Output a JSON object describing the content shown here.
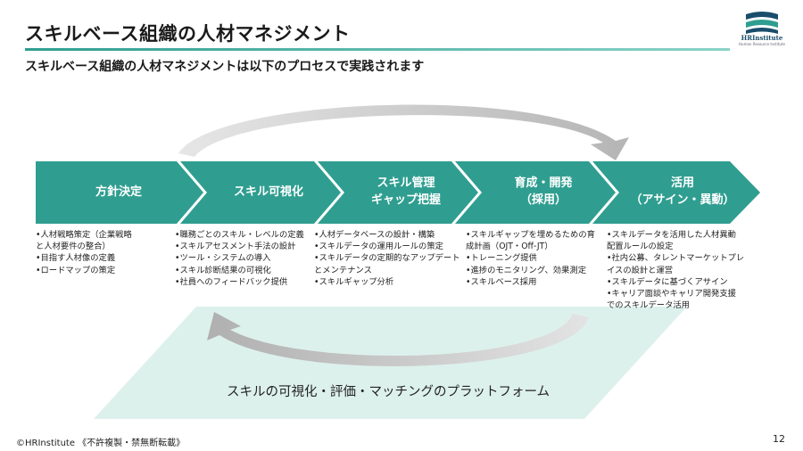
{
  "header": {
    "title": "スキルベース組織の人材マネジメント",
    "subtitle": "スキルベース組織の人材マネジメントは以下のプロセスで実践されます"
  },
  "logo": {
    "name": "HRInstitute",
    "tagline": "Human Resource Institute"
  },
  "process": [
    {
      "title": "方針決定",
      "items": "•人材戦略策定（企業戦略\nと人材要件の整合）\n•目指す人材像の定義\n•ロードマップの策定"
    },
    {
      "title": "スキル可視化",
      "items": "•職務ごとのスキル・レベルの定義\n•スキルアセスメント手法の設計\n•ツール・システムの導入\n•スキル診断結果の可視化\n•社員へのフィードバック提供"
    },
    {
      "title": "スキル管理\nギャップ把握",
      "items": "•人材データベースの設計・構築\n•スキルデータの運用ルールの策定\n•スキルデータの定期的なアップデート\nとメンテナンス\n•スキルギャップ分析"
    },
    {
      "title": "育成・開発\n（採用）",
      "items": "•スキルギャップを埋めるための育\n成計画（OJT・Off-JT）\n•トレーニング提供\n•進捗のモニタリング、効果測定\n•スキルベース採用"
    },
    {
      "title": "活用\n（アサイン・異動）",
      "items": "•スキルデータを活用した人材異動\n 配置ルールの設定\n•社内公募、タレントマーケットプレ\nイスの設計と運営\n•スキルデータに基づくアサイン\n•キャリア面談やキャリア開発支援\nでのスキルデータ活用"
    }
  ],
  "platform": {
    "label": "スキルの可視化・評価・マッチングのプラットフォーム"
  },
  "footer": {
    "copyright": "©HRInstitute 《不許複製・禁無断転載》",
    "page_number": "12"
  },
  "colors": {
    "accent": "#2f9e90",
    "platform": "#d7efe9",
    "arc": "#c8c8c8",
    "logo_navy": "#1a4d6b",
    "logo_teal": "#2f9e90"
  }
}
